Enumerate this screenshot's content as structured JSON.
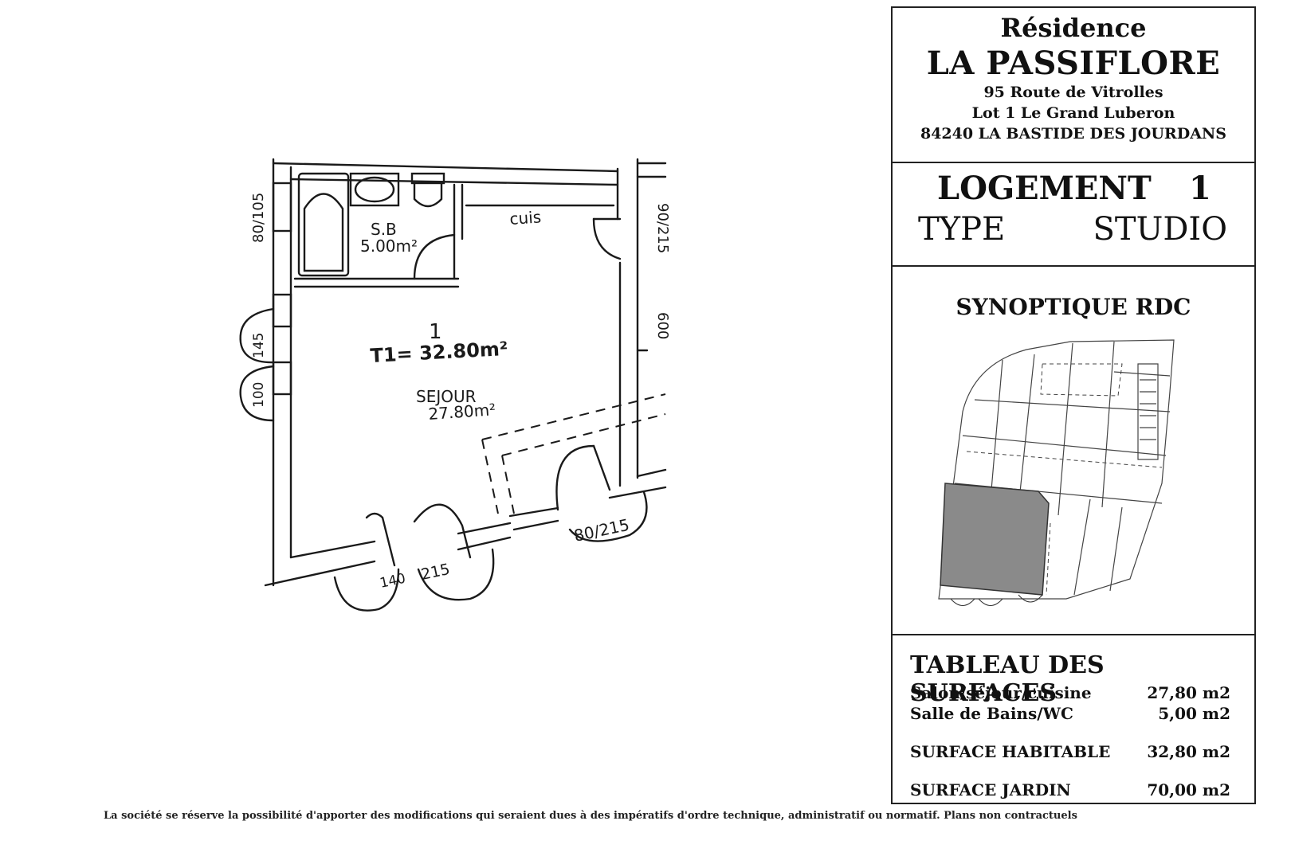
{
  "cartouche": {
    "residence_label": "Résidence",
    "residence_name": "LA PASSIFLORE",
    "address": [
      "95 Route de Vitrolles",
      "Lot 1 Le Grand Luberon",
      "84240 LA BASTIDE DES JOURDANS"
    ],
    "logement_label": "LOGEMENT",
    "logement_number": "1",
    "type_label": "TYPE",
    "type_value": "STUDIO",
    "synoptique_title": "SYNOPTIQUE RDC",
    "surfaces_title": "TABLEAU DES SURFACES",
    "surfaces": [
      {
        "label": "Salon/séjour/cuisine",
        "value": "27,80 m2"
      },
      {
        "label": "Salle de Bains/WC",
        "value": "5,00 m2"
      }
    ],
    "surface_habitable": {
      "label": "SURFACE HABITABLE",
      "value": "32,80 m2"
    },
    "surface_jardin": {
      "label": "SURFACE JARDIN",
      "value": "70,00 m2"
    }
  },
  "plan": {
    "labels": {
      "sb_room": "S.B",
      "sb_area": "5.00m²",
      "cuis": "cuis",
      "unit_number": "1",
      "t1_area": "T1= 32.80m²",
      "sejour": "SEJOUR",
      "sejour_area": "27.80m²"
    },
    "dimensions": [
      "80/105",
      "90/215",
      "600",
      "145",
      "100",
      "140",
      "215",
      "80/215"
    ]
  },
  "disclaimer": "La société se réserve la possibilité d'apporter des modifications qui seraient dues à des impératifs d'ordre technique, administratif ou normatif. Plans non contractuels"
}
